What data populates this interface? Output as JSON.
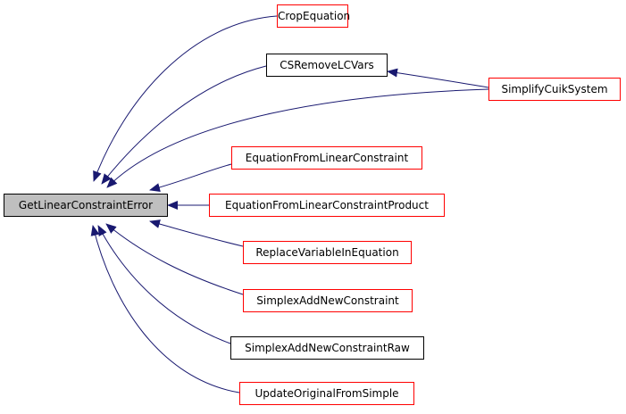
{
  "diagram": {
    "root": {
      "label": "GetLinearConstraintError"
    },
    "nodes": {
      "crop_equation": "CropEquation",
      "cs_remove_lc_vars": "CSRemoveLCVars",
      "simplify_cuik_system": "SimplifyCuikSystem",
      "equation_from_linear_constraint": "EquationFromLinearConstraint",
      "equation_from_linear_constraint_product": "EquationFromLinearConstraintProduct",
      "replace_variable_in_equation": "ReplaceVariableInEquation",
      "simplex_add_new_constraint": "SimplexAddNewConstraint",
      "simplex_add_new_constraint_raw": "SimplexAddNewConstraintRaw",
      "update_original_from_simple": "UpdateOriginalFromSimple"
    },
    "colors": {
      "edge": "#191970",
      "truncated_border": "#ff0000",
      "complete_border": "#000000",
      "root_fill": "#bfbfbf"
    }
  }
}
